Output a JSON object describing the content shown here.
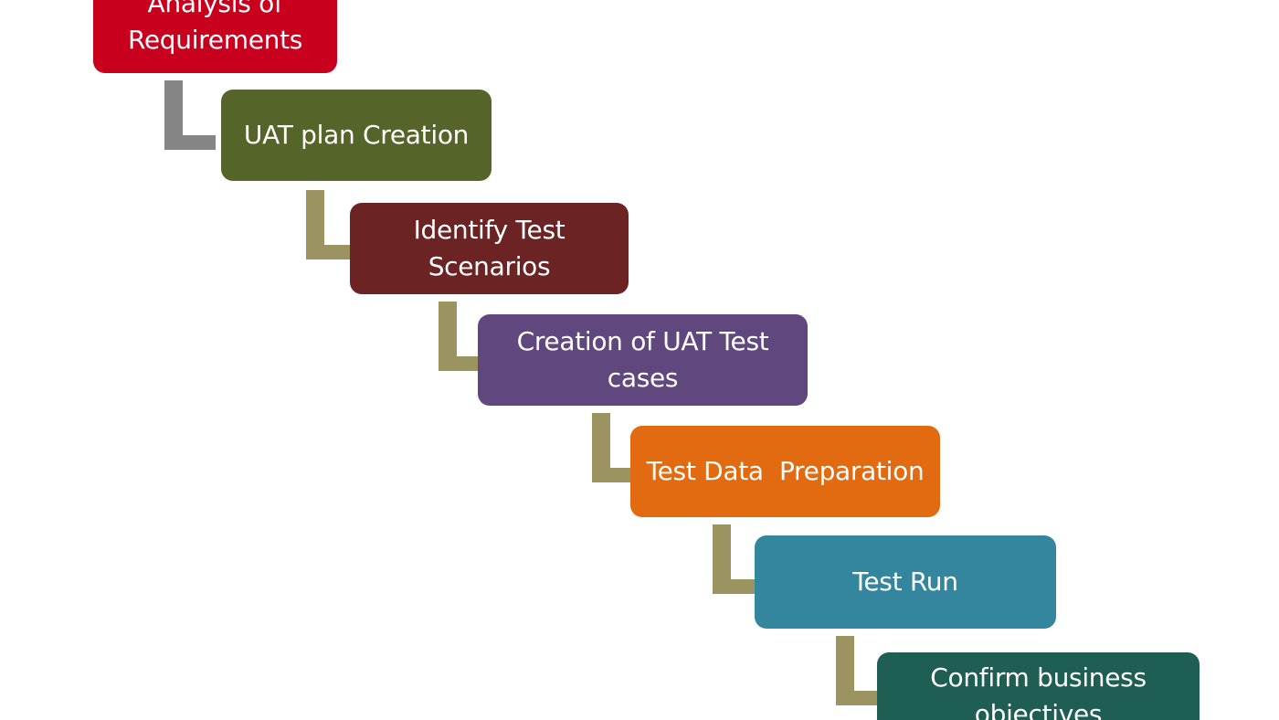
{
  "steps": [
    {
      "label": "Analysis of Requirements",
      "color": "#c8001e"
    },
    {
      "label": "UAT plan Creation",
      "color": "#556428"
    },
    {
      "label": "Identify Test Scenarios",
      "color": "#6b2323"
    },
    {
      "label": "Creation of UAT Test cases",
      "color": "#60487e"
    },
    {
      "label": "Test Data  Preparation",
      "color": "#e26a10"
    },
    {
      "label": "Test Run",
      "color": "#33869e"
    },
    {
      "label": "Confirm business objectives",
      "color": "#1f5f53"
    }
  ],
  "connectors": [
    {
      "color": "#858585"
    },
    {
      "color": "#9b9461"
    },
    {
      "color": "#9b9461"
    },
    {
      "color": "#9b9461"
    },
    {
      "color": "#9b9461"
    },
    {
      "color": "#9b9461"
    }
  ]
}
